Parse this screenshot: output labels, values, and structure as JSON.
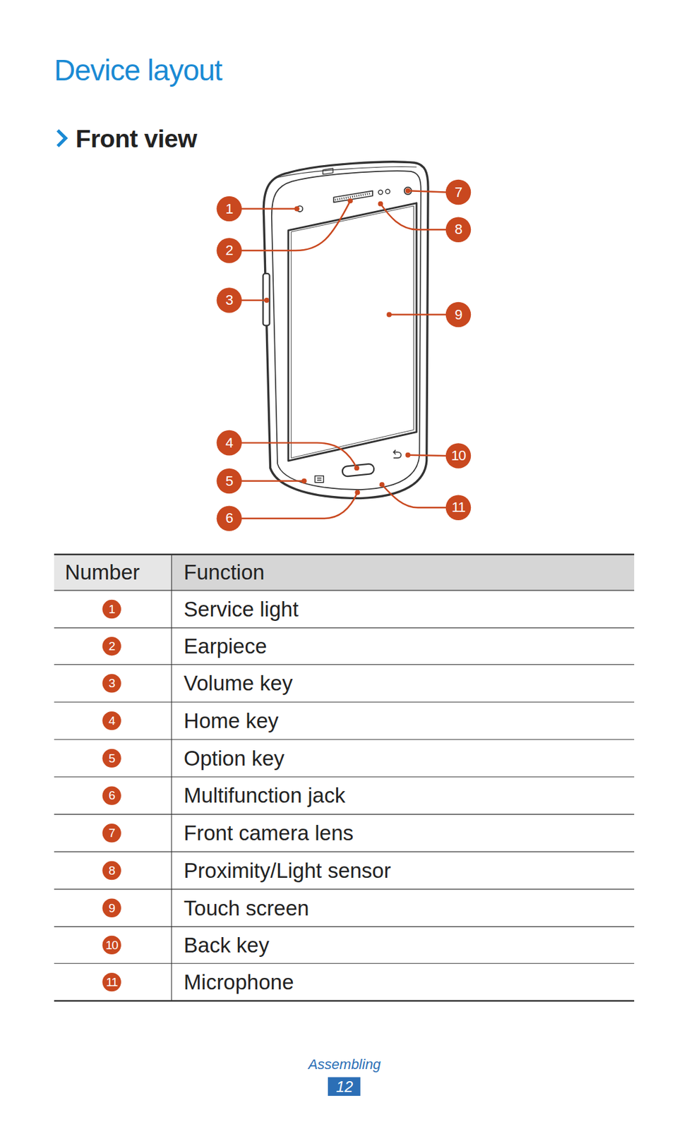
{
  "diagram": {
    "title": "Device layout",
    "labels": [
      "Front view",
      "1",
      "2",
      "3",
      "4",
      "5",
      "6",
      "7",
      "8",
      "9",
      "10",
      "11",
      "Number",
      "Function",
      "1",
      "Service light",
      "2",
      "Earpiece",
      "3",
      "Volume key",
      "4",
      "Home key",
      "5",
      "Option key",
      "6",
      "Multifunction jack",
      "7",
      "Front camera lens",
      "8",
      "Proximity/Light sensor",
      "9",
      "Touch screen",
      "10",
      "Back key",
      "11",
      "Microphone",
      "Assembling",
      "12"
    ]
  }
}
